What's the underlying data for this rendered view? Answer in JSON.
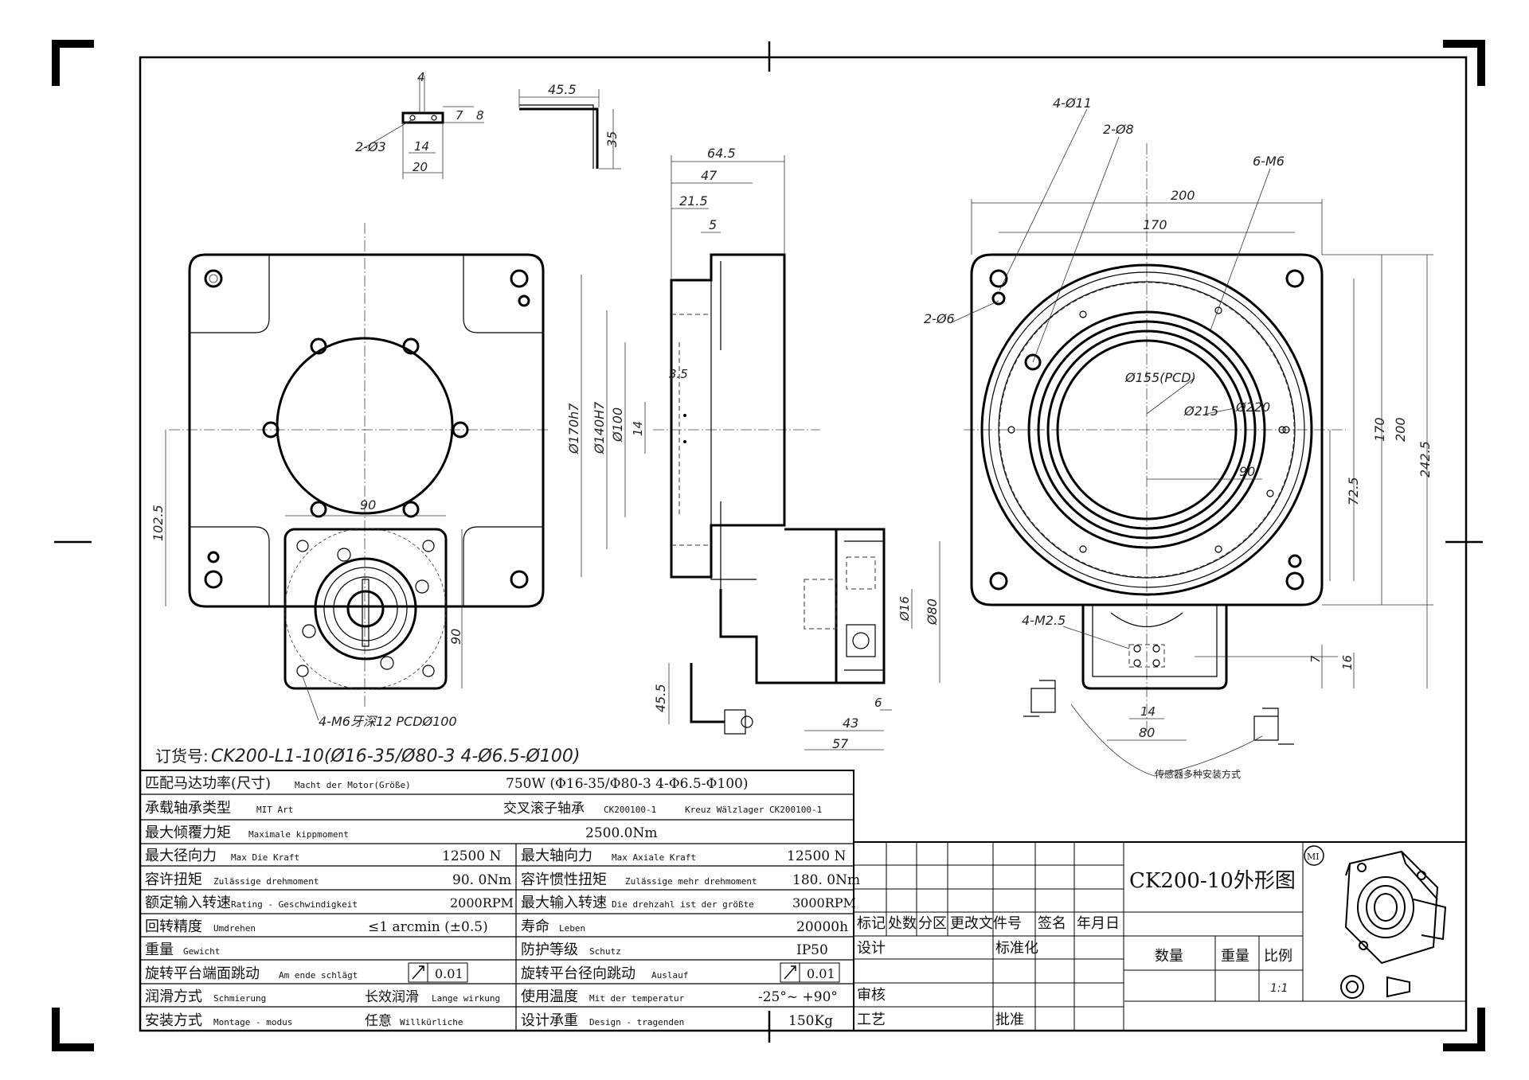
{
  "order_no": {
    "label": "订货号:",
    "value": "CK200-L1-10(Ø16-35/Ø80-3 4-Ø6.5-Ø100)"
  },
  "title_block": {
    "title": "CK200-10外形图",
    "headers": [
      "标记",
      "处数",
      "分区",
      "更改文件号",
      "签名",
      "年月日"
    ],
    "roles": [
      "设计",
      "标准化",
      "审核",
      "工艺",
      "批准"
    ],
    "qty_label": "数量",
    "weight_label": "重量",
    "scale_label": "比例",
    "scale_value": "1:1",
    "logo_text": "MI"
  },
  "specs": {
    "motor_power": {
      "cn": "匹配马达功率(尺寸)",
      "de": "Macht der Motor(Größe)",
      "value": "750W (Φ16-35/Φ80-3 4-Φ6.5-Φ100)"
    },
    "bearing": {
      "cn": "承载轴承类型",
      "de": "MIT Art",
      "value_cn": "交叉滚子轴承",
      "value_cn_sub": "CK200100-1",
      "value_de": "Kreuz Wälzlager CK200100-1"
    },
    "tilting": {
      "cn": "最大倾覆力矩",
      "de": "Maximale kippmoment",
      "value": "2500.0Nm"
    },
    "rows": [
      {
        "l_cn": "最大径向力",
        "l_de": "Max Die Kraft",
        "l_val": "12500 N",
        "r_cn": "最大轴向力",
        "r_de": "Max Axiale Kraft",
        "r_val": "12500 N"
      },
      {
        "l_cn": "容许扭矩",
        "l_de": "Zulässige drehmoment",
        "l_val": "90. 0Nm",
        "r_cn": "容许惯性扭矩",
        "r_de": "Zulässige mehr drehmoment",
        "r_val": "180. 0Nm"
      },
      {
        "l_cn": "额定输入转速",
        "l_de": "Rating - Geschwindigkeit",
        "l_val": "2000RPM",
        "r_cn": "最大输入转速",
        "r_de": "Die drehzahl ist der größte",
        "r_val": "3000RPM"
      },
      {
        "l_cn": "回转精度",
        "l_de": "Umdrehen",
        "l_val": "≤1 arcmin (±0.5)",
        "r_cn": "寿命",
        "r_de": "Leben",
        "r_val": "20000h"
      },
      {
        "l_cn": "重量",
        "l_de": "Gewicht",
        "l_val": "",
        "r_cn": "防护等级",
        "r_de": "Schutz",
        "r_val": "IP50"
      },
      {
        "l_cn": "旋转平台端面跳动",
        "l_de": "Am ende schlägt",
        "l_val": "0.01",
        "r_cn": "旋转平台径向跳动",
        "r_de": "Auslauf",
        "r_val": "0.01"
      },
      {
        "l_cn": "润滑方式",
        "l_de": "Schmierung",
        "l_val_cn": "长效润滑",
        "l_val": "Lange wirkung",
        "r_cn": "使用温度",
        "r_de": "Mit der temperatur",
        "r_val": "-25°~ +90°"
      },
      {
        "l_cn": "安装方式",
        "l_de": "Montage - modus",
        "l_val_cn": "任意",
        "l_val": "Willkürliche",
        "r_cn": "设计承重",
        "r_de": "Design - tragenden",
        "r_val": "150Kg"
      }
    ]
  },
  "dimensions": {
    "small_bracket": [
      "4",
      "7",
      "8",
      "2-Ø3",
      "14",
      "20"
    ],
    "angle_bracket": [
      "45.5",
      "35"
    ],
    "front": [
      "90",
      "102.5",
      "90",
      "4-M6牙深12 PCDØ100"
    ],
    "side": [
      "64.5",
      "47",
      "21.5",
      "5",
      "Ø170h7",
      "Ø140H7",
      "Ø100",
      "3.5",
      "14",
      "Ø16",
      "Ø80",
      "6",
      "43",
      "57",
      "45.5"
    ],
    "top": [
      "4-Ø11",
      "2-Ø8",
      "6-M6",
      "200",
      "170",
      "2-Ø6",
      "Ø155(PCD)",
      "Ø215",
      "Ø220",
      "90",
      "170",
      "200",
      "242.5",
      "72.5",
      "4-M2.5",
      "7",
      "16",
      "14",
      "80"
    ],
    "sensor_note": "传感器多种安装方式"
  }
}
